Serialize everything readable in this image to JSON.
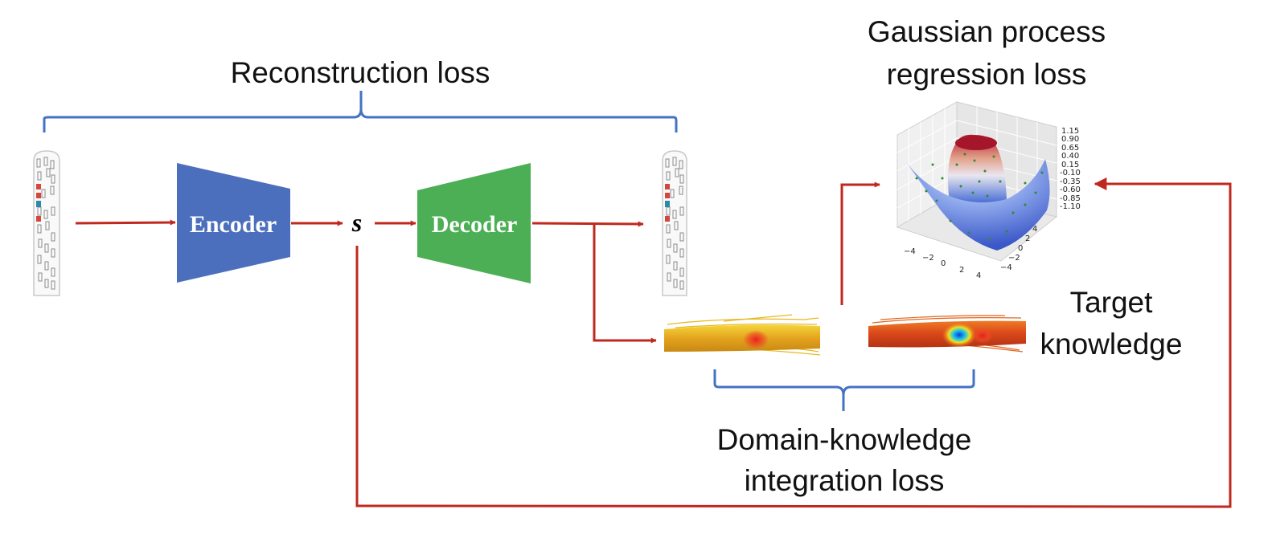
{
  "labels": {
    "reconstruction_loss": "Reconstruction loss",
    "gp_loss_line1": "Gaussian process",
    "gp_loss_line2": "regression loss",
    "target_line1": "Target",
    "target_line2": "knowledge",
    "domain_line1": "Domain-knowledge",
    "domain_line2": "integration loss"
  },
  "blocks": {
    "encoder": "Encoder",
    "decoder": "Decoder",
    "latent": "s"
  },
  "surface_plot": {
    "z_ticks": [
      "1.15",
      "0.90",
      "0.65",
      "0.40",
      "0.15",
      "-0.10",
      "-0.35",
      "-0.60",
      "-0.85",
      "-1.10"
    ],
    "x_ticks": [
      "−4",
      "−2",
      "0",
      "2",
      "4"
    ],
    "y_ticks": [
      "4",
      "2",
      "0",
      "−2",
      "−4"
    ]
  },
  "colors": {
    "arrow": "#c0281e",
    "bracket": "#4472c4",
    "encoder": "#4c6fbd",
    "decoder": "#4caf55"
  }
}
